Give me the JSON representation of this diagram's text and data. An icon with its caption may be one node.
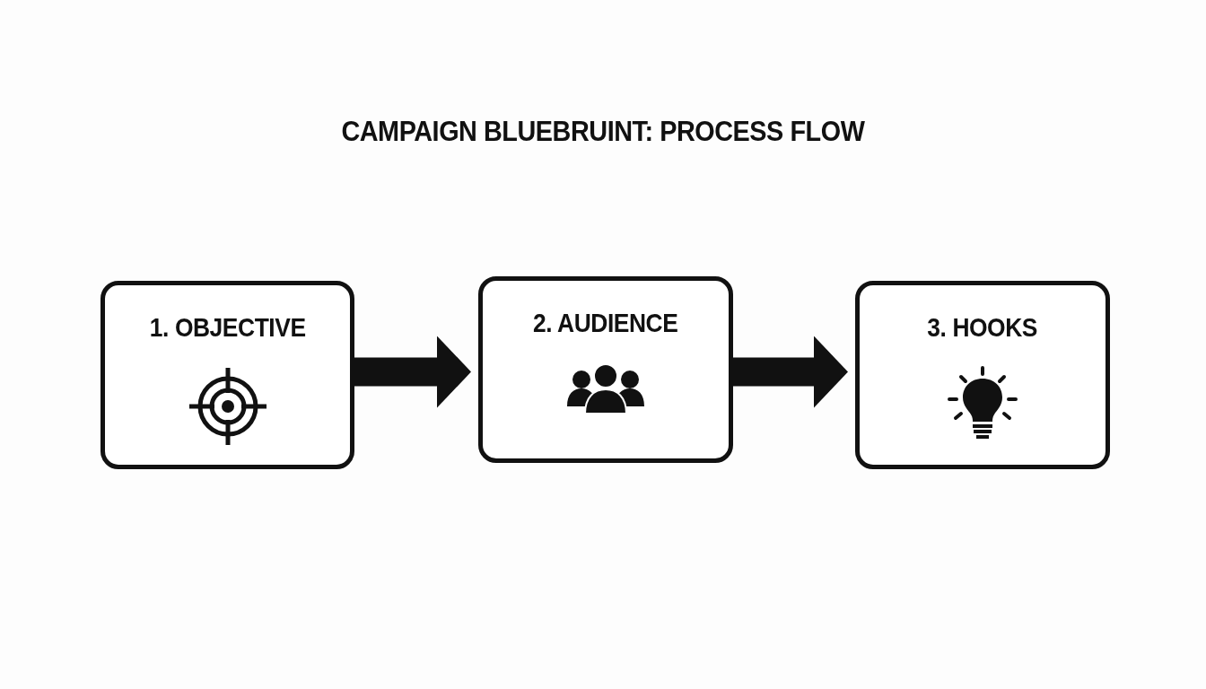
{
  "diagram": {
    "title": "CAMPAIGN BLUEBRUINT: PROCESS FLOW",
    "nodes": [
      {
        "text": [
          "1. OBJECTIVE"
        ]
      },
      {
        "text": [
          "2. AUDIENCE"
        ]
      },
      {
        "text": [
          "3. HOOKS"
        ]
      }
    ],
    "edges": [
      {
        "from": 0,
        "to": 1,
        "arrow": "to"
      },
      {
        "from": 1,
        "to": 2,
        "arrow": "to"
      }
    ]
  }
}
